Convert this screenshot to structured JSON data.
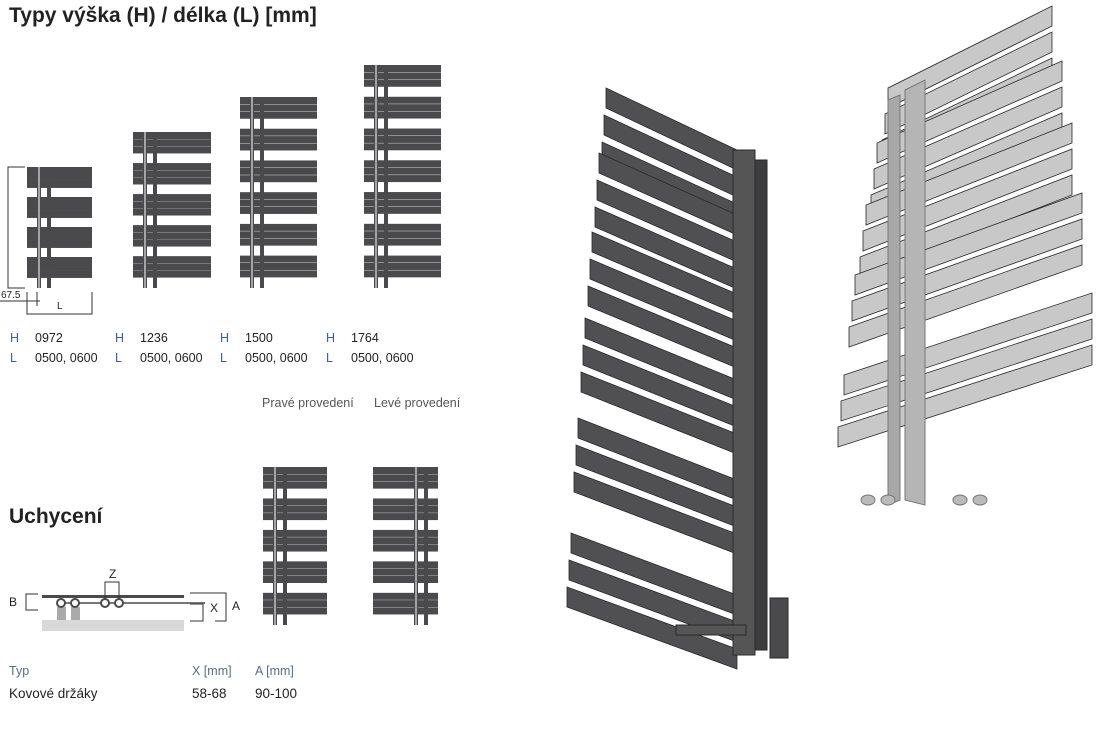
{
  "title": "Typy výška (H) / délka (L) [mm]",
  "dimension_labels": {
    "offset": "67.5",
    "length": "L"
  },
  "types": [
    {
      "h_label": "H",
      "h": "0972",
      "l_label": "L",
      "l": "0500, 0600"
    },
    {
      "h_label": "H",
      "h": "1236",
      "l_label": "L",
      "l": "0500, 0600"
    },
    {
      "h_label": "H",
      "h": "1500",
      "l_label": "L",
      "l": "0500, 0600"
    },
    {
      "h_label": "H",
      "h": "1764",
      "l_label": "L",
      "l": "0500, 0600"
    }
  ],
  "variants": {
    "right": "Pravé provedení",
    "left": "Levé provedení"
  },
  "mounting": {
    "title": "Uchycení",
    "diagram_labels": {
      "z": "Z",
      "b": "B",
      "x": "X",
      "a": "A"
    },
    "headers": [
      "Typ",
      "X [mm]",
      "A [mm]"
    ],
    "rows": [
      [
        "Kovové držáky",
        "58-68",
        "90-100"
      ]
    ]
  },
  "colors": {
    "radiator": "#4a4a4c",
    "light": "#c8c8c8",
    "accent": "#3a5ea8"
  }
}
